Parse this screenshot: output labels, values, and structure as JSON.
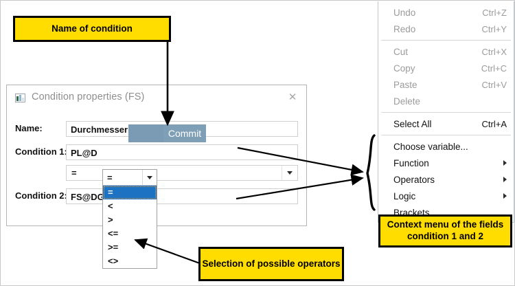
{
  "callouts": {
    "name_of_condition": "Name of condition",
    "selection_of_operators": "Selection of possible operators",
    "context_menu_note": "Context menu  of the fields condition 1 and 2"
  },
  "dialog": {
    "title": "Condition properties (FS)",
    "icon": "chart-window-icon",
    "close_label": "✕",
    "fields": [
      {
        "label": "Name:",
        "value": "Durchmesser",
        "placeholder": ""
      },
      {
        "label": "Condition 1:",
        "value": "PL@D",
        "placeholder": ""
      },
      {
        "label": "Condition 2:",
        "value": "FS@DG",
        "placeholder": ""
      }
    ],
    "operator_combo": {
      "value": "=",
      "arrow_icon": "chevron-down-icon"
    },
    "buttons": {
      "commit": "Commit",
      "secondary": ""
    }
  },
  "dropdown": {
    "value": "=",
    "arrow_icon": "chevron-down-icon",
    "selected": "=",
    "options": [
      "=",
      "<",
      ">",
      "<=",
      ">=",
      "<>"
    ]
  },
  "context_menu": {
    "groups": [
      {
        "items": [
          {
            "label": "Undo",
            "accel": "Ctrl+Z",
            "disabled": true,
            "submenu": false
          },
          {
            "label": "Redo",
            "accel": "Ctrl+Y",
            "disabled": true,
            "submenu": false
          }
        ]
      },
      {
        "items": [
          {
            "label": "Cut",
            "accel": "Ctrl+X",
            "disabled": true,
            "submenu": false
          },
          {
            "label": "Copy",
            "accel": "Ctrl+C",
            "disabled": true,
            "submenu": false
          },
          {
            "label": "Paste",
            "accel": "Ctrl+V",
            "disabled": true,
            "submenu": false
          },
          {
            "label": "Delete",
            "accel": "",
            "disabled": true,
            "submenu": false
          }
        ]
      },
      {
        "items": [
          {
            "label": "Select All",
            "accel": "Ctrl+A",
            "disabled": false,
            "submenu": false
          }
        ]
      },
      {
        "items": [
          {
            "label": "Choose variable...",
            "accel": "",
            "disabled": false,
            "submenu": false
          },
          {
            "label": "Function",
            "accel": "",
            "disabled": false,
            "submenu": true
          },
          {
            "label": "Operators",
            "accel": "",
            "disabled": false,
            "submenu": true
          },
          {
            "label": "Logic",
            "accel": "",
            "disabled": false,
            "submenu": true
          },
          {
            "label": "Brackets",
            "accel": "",
            "disabled": false,
            "submenu": false
          }
        ]
      }
    ]
  },
  "colors": {
    "callout_fill": "#ffdd00",
    "callout_border": "#000000",
    "dropdown_selection": "#1d72c2",
    "commit_button": "#7e9fb6",
    "title_text": "#8e8e8e"
  }
}
